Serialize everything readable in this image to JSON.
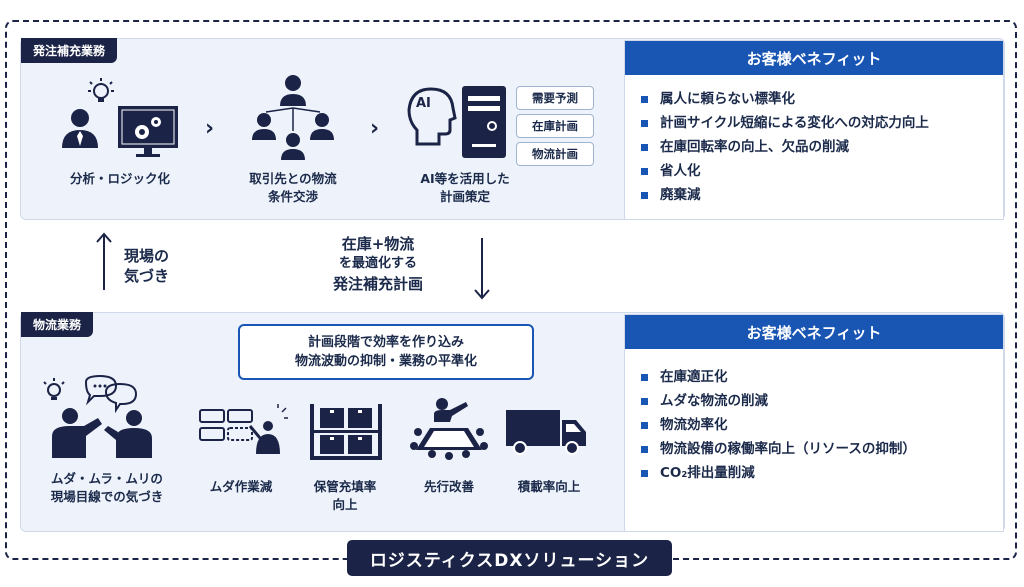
{
  "top_panel": {
    "label": "発注補充業務",
    "steps": [
      {
        "label_l1": "分析・ロジック化",
        "label_l2": ""
      },
      {
        "label_l1": "取引先との物流",
        "label_l2": "条件交渉"
      },
      {
        "label_l1": "AI等を活用した",
        "label_l2": "計画策定"
      }
    ],
    "ai_icon_text": "AI",
    "tags": [
      "需要予測",
      "在庫計画",
      "物流計画"
    ]
  },
  "top_benefit": {
    "title": "お客様ベネフィット",
    "items": [
      "属人に頼らない標準化",
      "計画サイクル短縮による変化への対応力向上",
      "在庫回転率の向上、欠品の削減",
      "省人化",
      "廃棄減"
    ]
  },
  "middle": {
    "left_l1": "現場の",
    "left_l2": "気づき",
    "center_l1": "在庫+物流",
    "center_l2": "を最適化する",
    "center_l3": "発注補充計画"
  },
  "bottom_panel": {
    "label": "物流業務",
    "callout_l1": "計画段階で効率を作り込み",
    "callout_l2": "物流波動の抑制・業務の平準化",
    "steps": [
      {
        "label_l1": "ムダ・ムラ・ムリの",
        "label_l2": "現場目線での気づき"
      },
      {
        "label_l1": "ムダ作業減",
        "label_l2": ""
      },
      {
        "label_l1": "保管充填率",
        "label_l2": "向上"
      },
      {
        "label_l1": "先行改善",
        "label_l2": ""
      },
      {
        "label_l1": "積載率向上",
        "label_l2": ""
      }
    ]
  },
  "bottom_benefit": {
    "title": "お客様ベネフィット",
    "items": [
      "在庫適正化",
      "ムダな物流の削減",
      "物流効率化",
      "物流設備の稼働率向上（リソースの抑制）",
      "CO₂排出量削減"
    ]
  },
  "footer": {
    "solution_label": "ロジスティクスDXソリューション"
  }
}
